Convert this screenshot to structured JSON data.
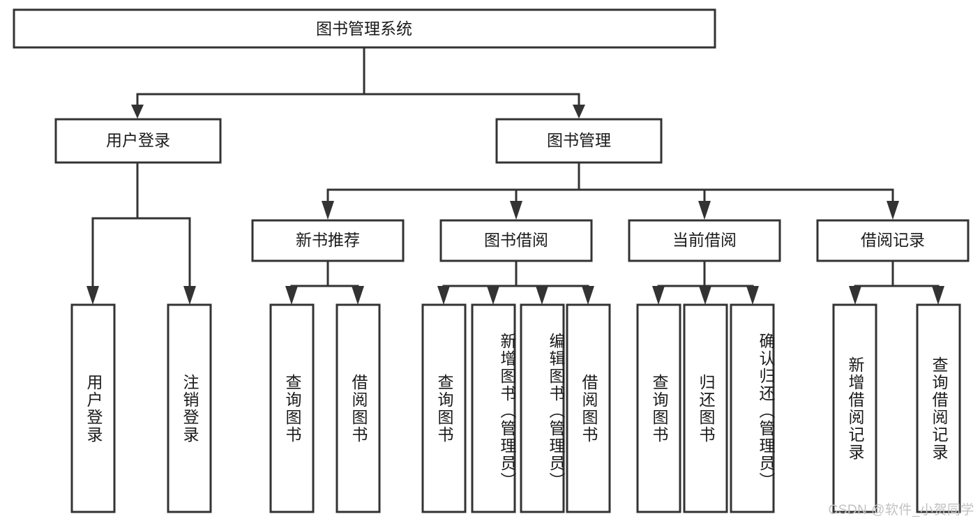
{
  "diagram": {
    "title": "图书管理系统",
    "type": "tree-hierarchy",
    "root": {
      "label": "图书管理系统"
    },
    "level1": [
      {
        "label": "用户登录"
      },
      {
        "label": "图书管理"
      }
    ],
    "level2": [
      {
        "label": "新书推荐",
        "parent": "图书管理"
      },
      {
        "label": "图书借阅",
        "parent": "图书管理"
      },
      {
        "label": "当前借阅",
        "parent": "图书管理"
      },
      {
        "label": "借阅记录",
        "parent": "图书管理"
      }
    ],
    "leaves": [
      {
        "label": "用户登录",
        "parent": "用户登录"
      },
      {
        "label": "注销登录",
        "parent": "用户登录"
      },
      {
        "label": "查询图书",
        "parent": "新书推荐"
      },
      {
        "label": "借阅图书",
        "parent": "新书推荐"
      },
      {
        "label": "查询图书",
        "parent": "图书借阅"
      },
      {
        "label": "新增图书（管理员）",
        "parent": "图书借阅"
      },
      {
        "label": "编辑图书（管理员）",
        "parent": "图书借阅"
      },
      {
        "label": "借阅图书",
        "parent": "图书借阅"
      },
      {
        "label": "查询图书",
        "parent": "当前借阅"
      },
      {
        "label": "归还图书",
        "parent": "当前借阅"
      },
      {
        "label": "确认归还（管理员）",
        "parent": "当前借阅"
      },
      {
        "label": "新增借阅记录",
        "parent": "借阅记录"
      },
      {
        "label": "查询借阅记录",
        "parent": "借阅记录"
      }
    ],
    "colors": {
      "box_fill": "#ffffff",
      "box_stroke": "#333333",
      "text": "#1a1a1a",
      "background": "#ffffff",
      "watermark": "#c2c2c2"
    }
  },
  "watermark": {
    "text": "CSDN @软件_小贺同学"
  }
}
